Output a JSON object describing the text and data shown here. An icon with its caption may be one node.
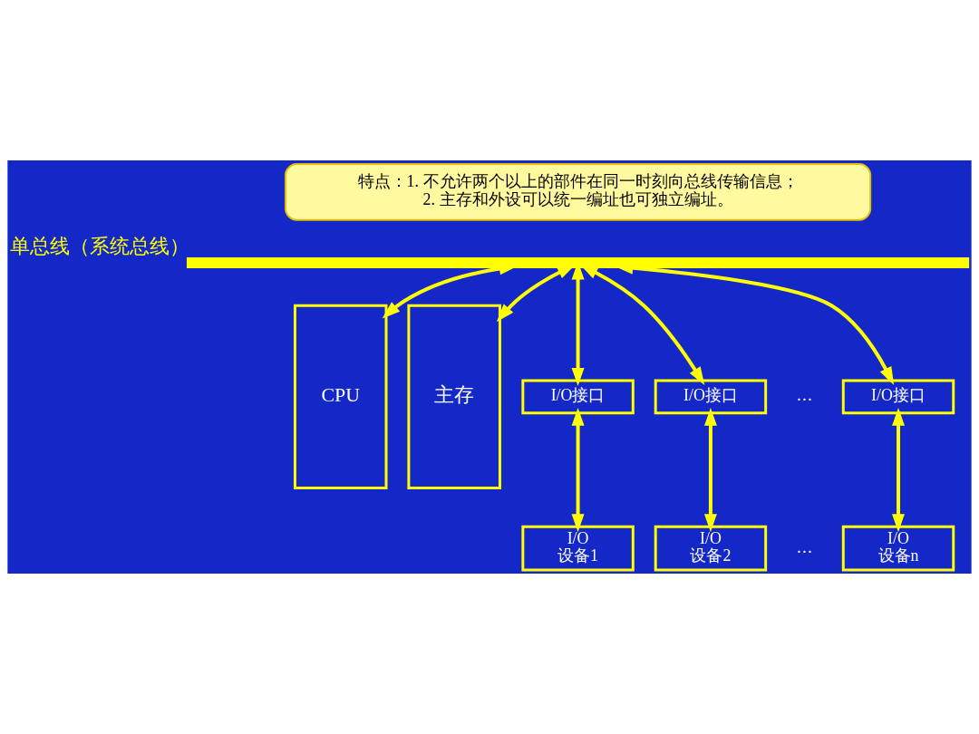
{
  "diagram": {
    "nodes": [
      {
        "text": [
          "特点：1. 不允许两个以上的部件在同一时刻向总线传输信息；",
          "2. 主存和外设可以统一编址也可独立编址。"
        ]
      },
      {
        "text": [],
        "shape": "bar",
        "beside": [
          "单总线（系统总线）"
        ]
      },
      {
        "text": [
          "CPU"
        ]
      },
      {
        "text": [
          "主存"
        ]
      },
      {
        "text": [
          "I/O接口"
        ]
      },
      {
        "text": [
          "I/O接口"
        ]
      },
      {
        "text": [
          "I/O接口"
        ]
      },
      {
        "text": [
          "I/O 设备1"
        ]
      },
      {
        "text": [
          "I/O 设备2"
        ]
      },
      {
        "text": [
          "I/O 设备n"
        ]
      }
    ],
    "edges": [
      {
        "from": 1,
        "to": 2,
        "arrow": "both"
      },
      {
        "from": 1,
        "to": 3,
        "arrow": "both"
      },
      {
        "from": 1,
        "to": 4,
        "arrow": "both"
      },
      {
        "from": 1,
        "to": 5,
        "arrow": "both"
      },
      {
        "from": 1,
        "to": 6,
        "arrow": "both"
      },
      {
        "from": 4,
        "to": 7,
        "arrow": "both"
      },
      {
        "from": 5,
        "to": 8,
        "arrow": "both"
      },
      {
        "from": 6,
        "to": 9,
        "arrow": "both"
      }
    ],
    "labels": [
      "…",
      "…"
    ]
  }
}
